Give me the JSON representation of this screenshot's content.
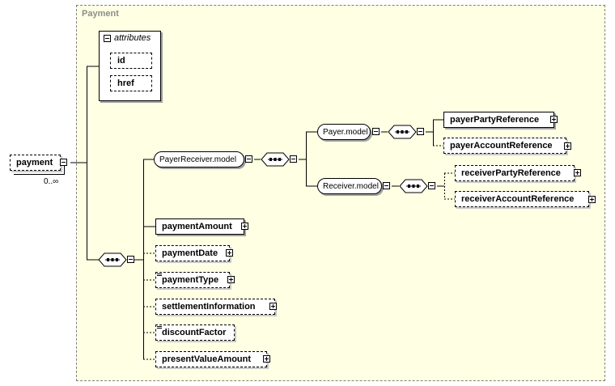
{
  "type_name": "Payment",
  "root": {
    "label": "payment",
    "occurrence": "0..∞"
  },
  "attributes": {
    "label": "attributes",
    "items": [
      "id",
      "href"
    ]
  },
  "groups": {
    "payer_receiver_model": "PayerReceiver.model",
    "payer_model": "Payer.model",
    "receiver_model": "Receiver.model"
  },
  "elements": {
    "payer_party_reference": "payerPartyReference",
    "payer_account_reference": "payerAccountReference",
    "receiver_party_reference": "receiverPartyReference",
    "receiver_account_reference": "receiverAccountReference",
    "payment_amount": "paymentAmount",
    "payment_date": "paymentDate",
    "payment_type": "paymentType",
    "settlement_information": "settlementInformation",
    "discount_factor": "discountFactor",
    "present_value_amount": "presentValueAmount"
  }
}
